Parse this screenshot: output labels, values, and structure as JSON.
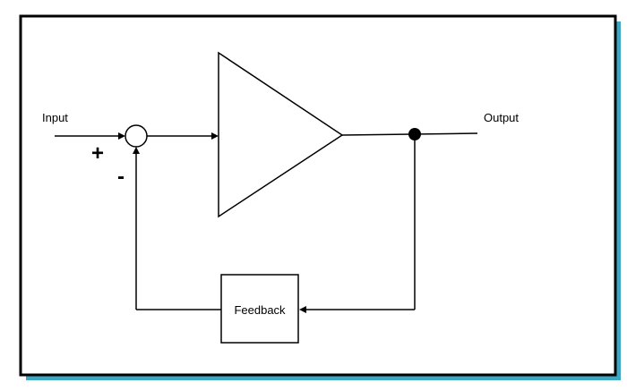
{
  "diagram": {
    "input_label": "Input",
    "output_label": "Output",
    "plus_sign": "+",
    "minus_sign": "-",
    "feedback_label": "Feedback"
  },
  "colors": {
    "frame_shadow": "#3ea8c4",
    "frame_border": "#000000",
    "line": "#000000",
    "background": "#ffffff"
  }
}
